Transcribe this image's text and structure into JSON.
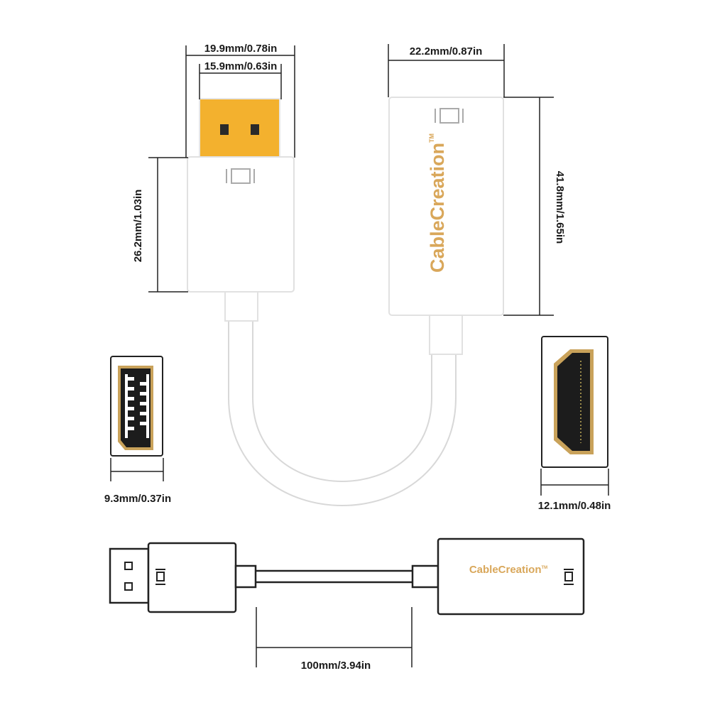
{
  "brand": {
    "name": "CableCreation",
    "tm": "TM",
    "color": "#d9a75a"
  },
  "colors": {
    "gold_plug": "#f3b12e",
    "line": "#222222",
    "port_dark": "#1c1c1c",
    "port_gold": "#c9a25a",
    "body_white": "#ffffff"
  },
  "dimensions": {
    "dp_housing_width": "19.9mm/0.78in",
    "dp_plug_width": "15.9mm/0.63in",
    "dp_housing_height": "26.2mm/1.03in",
    "hdmi_housing_width": "22.2mm/0.87in",
    "hdmi_housing_height": "41.8mm/1.65in",
    "dp_end_thickness": "9.3mm/0.37in",
    "hdmi_end_thickness": "12.1mm/0.48in",
    "cable_length": "100mm/3.94in"
  },
  "icons": {
    "display_logo": "display-logo-icon",
    "dp_port": "displayport-port-icon",
    "hdmi_port": "hdmi-port-icon"
  }
}
